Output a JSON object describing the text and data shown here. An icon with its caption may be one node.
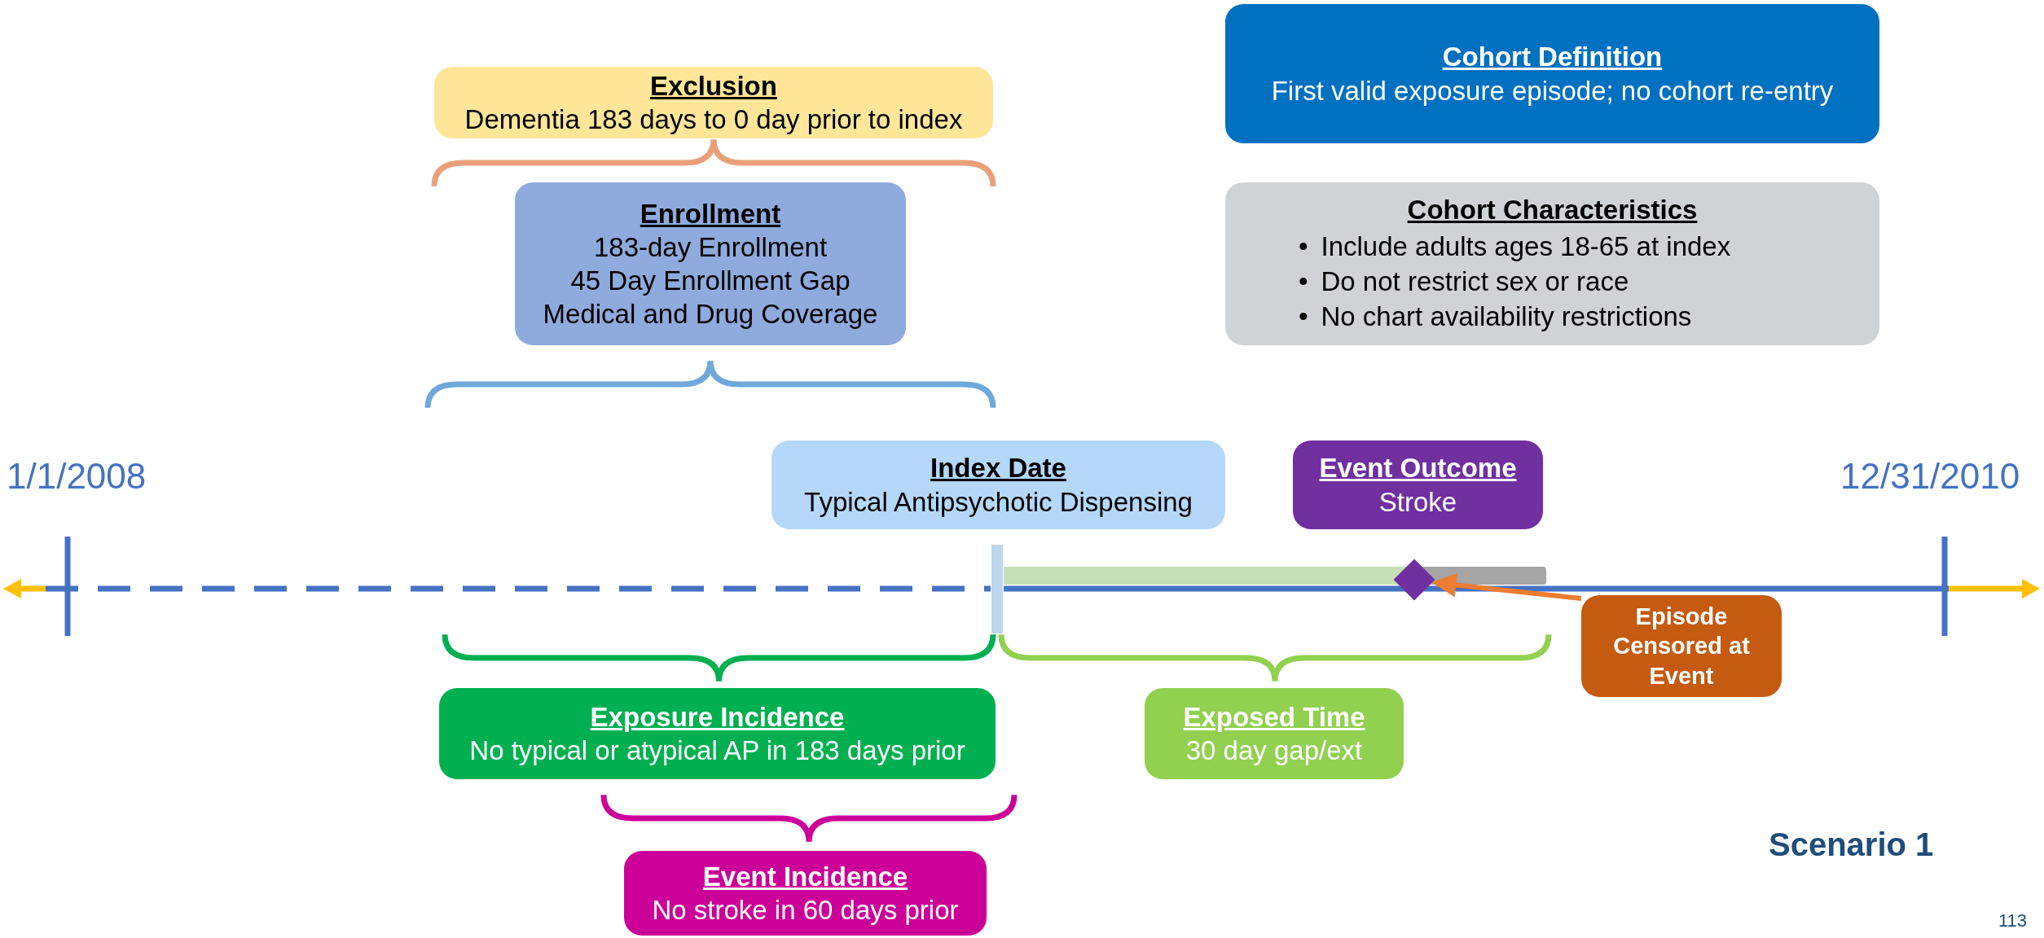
{
  "diagram": {
    "nodes": [
      {
        "text": [
          "Exclusion",
          "Dementia 183 days to 0 day prior to index"
        ]
      },
      {
        "text": [
          "Enrollment",
          "183-day Enrollment",
          "45 Day Enrollment Gap",
          "Medical and Drug Coverage"
        ]
      },
      {
        "text": [
          "Cohort Definition",
          "First valid exposure episode; no cohort re-entry"
        ]
      },
      {
        "text": [
          "Cohort Characteristics",
          "•\tInclude adults ages 18-65 at index",
          "•\tDo not restrict sex or race",
          "•\tNo chart availability restrictions"
        ]
      },
      {
        "text": [
          "Index Date",
          "Typical Antipsychotic Dispensing"
        ]
      },
      {
        "text": [
          "Event Outcome",
          "Stroke"
        ]
      },
      {
        "text": [],
        "shape": "diamond"
      },
      {
        "text": [
          "Episode Censored at Event"
        ]
      },
      {
        "text": [
          "Exposure Incidence",
          "No typical or atypical AP in 183 days prior"
        ]
      },
      {
        "text": [
          "Exposed Time",
          "30 day gap/ext"
        ]
      },
      {
        "text": [
          "Event Incidence",
          "No stroke in 60 days prior"
        ]
      }
    ],
    "edges": [
      {
        "from": 7,
        "to": 6,
        "arrow": "to",
        "color": "#ed7d31"
      }
    ],
    "labels": [
      "1/1/2008",
      "12/31/2010",
      "Scenario 1",
      "113"
    ]
  }
}
